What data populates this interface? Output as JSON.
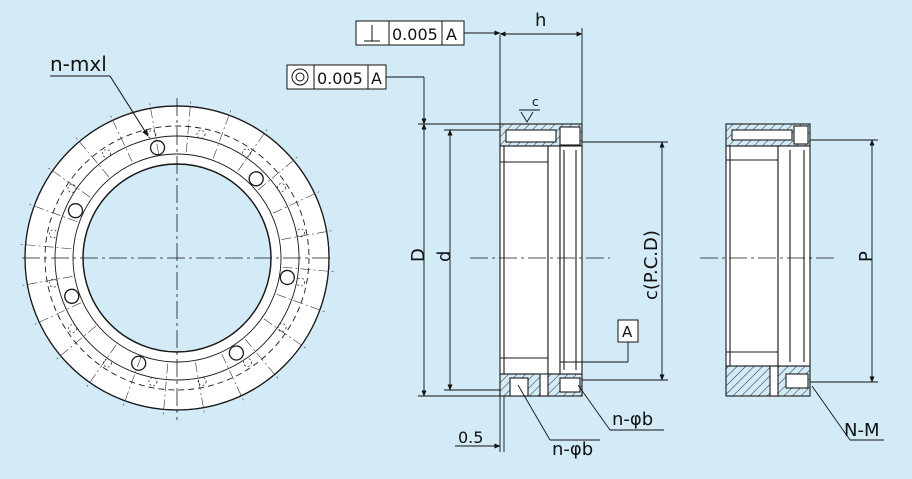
{
  "labels": {
    "n_mxl": "n-mxl",
    "perpendicularity_value": "0.005",
    "perpendicularity_datum": "A",
    "concentricity_value": "0.005",
    "concentricity_datum": "A",
    "h": "h",
    "c_small": "c",
    "D": "D",
    "d": "d",
    "pcd": "c(P.C.D)",
    "datum_A": "A",
    "P": "P",
    "n_phi_b_1": "n-φb",
    "n_phi_b_2": "n-φb",
    "offset_05": "0.5",
    "N_M": "N-M"
  },
  "colors": {
    "background": "#d3ebf7",
    "line": "#1a1a1a",
    "part_fill": "#ffffff"
  }
}
